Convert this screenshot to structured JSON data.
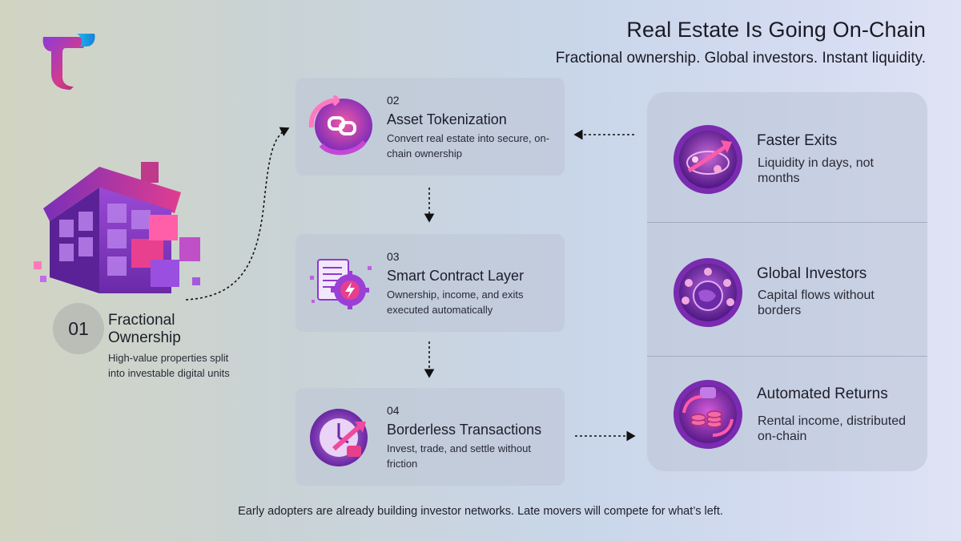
{
  "header": {
    "title": "Real Estate Is Going On-Chain",
    "subtitle": "Fractional ownership. Global investors. Instant liquidity."
  },
  "colors": {
    "accent_purple": "#9b3fd6",
    "accent_pink": "#e8409a",
    "logo_blue": "#1aa6e8",
    "card_bg": "#bcc4d6"
  },
  "step1": {
    "number": "01",
    "title": "Fractional Ownership",
    "description": "High-value properties split into investable digital units",
    "icon": "house-cubes-icon"
  },
  "steps": [
    {
      "number": "02",
      "title": "Asset Tokenization",
      "description": "Convert real estate into secure, on-chain ownership",
      "icon": "chain-link-icon"
    },
    {
      "number": "03",
      "title": "Smart Contract Layer",
      "description": "Ownership, income, and exits executed automatically",
      "icon": "contract-gear-icon"
    },
    {
      "number": "04",
      "title": "Borderless Transactions",
      "description": "Invest, trade, and settle without friction",
      "icon": "clock-arrow-icon"
    }
  ],
  "benefits": [
    {
      "title": "Faster Exits",
      "description": "Liquidity in days, not months",
      "icon": "globe-arrow-icon"
    },
    {
      "title": "Global Investors",
      "description": "Capital flows without borders",
      "icon": "globe-people-icon"
    },
    {
      "title": "Automated Returns",
      "description": "Rental income, distributed on-chain",
      "icon": "coins-cycle-icon"
    }
  ],
  "footer": "Early adopters are already building investor networks. Late movers will compete for what’s left."
}
